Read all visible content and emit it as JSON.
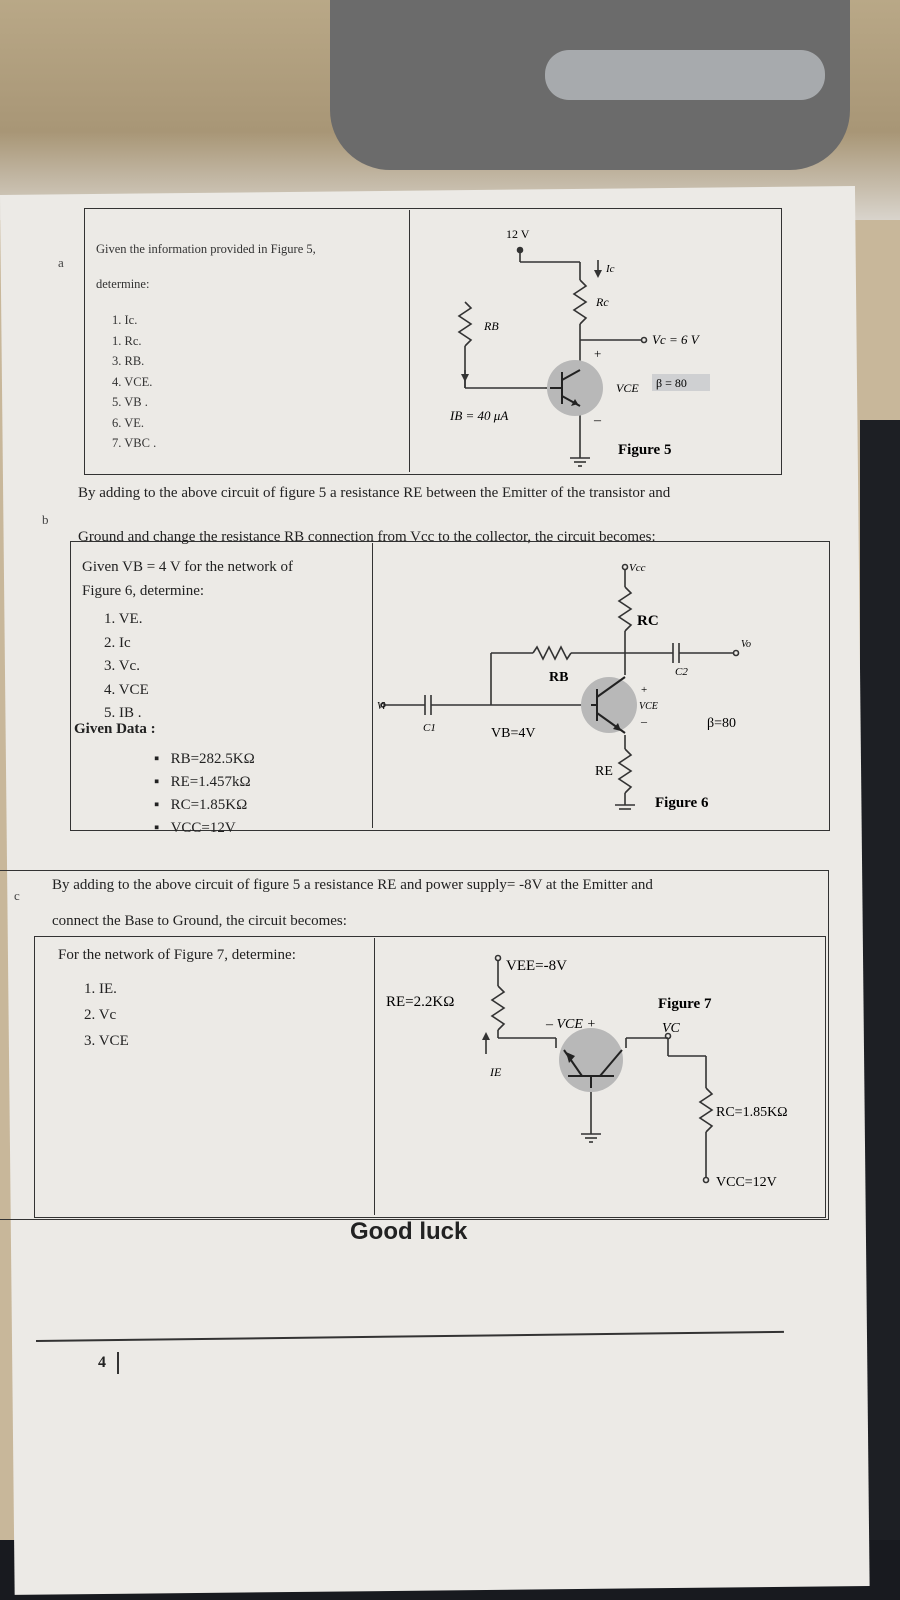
{
  "section_a": {
    "label": "a",
    "intro_line1": "Given the information provided in Figure 5,",
    "intro_line2": "determine:",
    "items": [
      "1. Ic.",
      "1. Rc.",
      "3. RB.",
      "4. VCE.",
      "5. VB .",
      "6. VE.",
      "7. VBC ."
    ],
    "figure": {
      "supply": "12 V",
      "rc": "Rc",
      "rb": "RB",
      "ic": "Ic",
      "vc": "Vc = 6 V",
      "vce": "VCE",
      "beta": "β = 80",
      "ib": "IB = 40 μA",
      "plus": "+",
      "minus": "–",
      "caption": "Figure 5"
    }
  },
  "section_b": {
    "label": "b",
    "intro_line1": "By adding to the above circuit of figure 5 a resistance RE between the Emitter of the transistor and",
    "intro_line2": "Ground and change the resistance RB connection from Vcc to the collector, the circuit becomes:",
    "given_line1": "Given VB = 4 V for the network of",
    "given_line2": "Figure 6, determine:",
    "items": [
      "1.  VE.",
      "2.  Ic",
      "3.  Vc.",
      "4.  VCE",
      "5.  IB ."
    ],
    "data_title": "Given Data :",
    "data_items": [
      "RB=282.5KΩ",
      "RE=1.457kΩ",
      "RC=1.85KΩ",
      "VCC=12V"
    ],
    "figure": {
      "vcc": "Vcc",
      "rc": "RC",
      "rb": "RB",
      "re": "RE",
      "c1": "C1",
      "c2": "C2",
      "vi": "Vi",
      "vo": "Vo",
      "vce": "VCE",
      "vb": "VB=4V",
      "beta": "β=80",
      "plus": "+",
      "minus": "–",
      "caption": "Figure 6"
    }
  },
  "section_c": {
    "label": "c",
    "intro_line1": "By adding to the above circuit of figure 5 a resistance RE and power supply= -8V at the Emitter and",
    "intro_line2": "connect the Base to Ground, the circuit becomes:",
    "given_line1": "For the network of Figure 7, determine:",
    "items": [
      "1.  IE.",
      "2.  Vc",
      "3.  VCE"
    ],
    "figure": {
      "vee": "VEE=-8V",
      "re": "RE=2.2KΩ",
      "ie": "IE",
      "vce": "–  VCE  +",
      "vc": "VC",
      "rc": "RC=1.85KΩ",
      "vcc": "VCC=12V",
      "caption": "Figure 7"
    }
  },
  "footer": {
    "good_luck": "Good luck",
    "page_number": "4"
  }
}
